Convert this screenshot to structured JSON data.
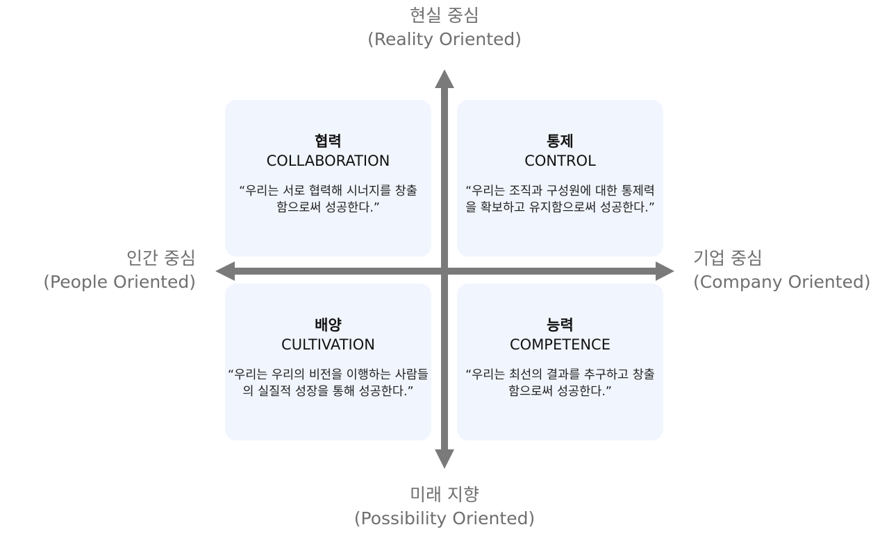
{
  "axes": {
    "top": {
      "ko": "현실 중심",
      "en": "(Reality Oriented)"
    },
    "bottom": {
      "ko": "미래 지향",
      "en": "(Possibility Oriented)"
    },
    "left": {
      "ko": "인간 중심",
      "en": "(People Oriented)"
    },
    "right": {
      "ko": "기업 중심",
      "en": "(Company Oriented)"
    }
  },
  "quadrants": [
    {
      "title_ko": "협력",
      "title_en": "COLLABORATION",
      "desc": "“우리는 서로 협력해 시너지를 창출함으로써 성공한다.”"
    },
    {
      "title_ko": "통제",
      "title_en": "CONTROL",
      "desc": "“우리는 조직과 구성원에 대한 통제력을 확보하고 유지함으로써 성공한다.”"
    },
    {
      "title_ko": "배양",
      "title_en": "CULTIVATION",
      "desc": "“우리는 우리의 비전을 이행하는 사람들의 실질적 성장을 통해 성공한다.”"
    },
    {
      "title_ko": "능력",
      "title_en": "COMPETENCE",
      "desc": "“우리는 최선의 결과를 추구하고 창출함으로써 성공한다.”"
    }
  ],
  "colors": {
    "axis": "#7a7a7a",
    "axis_text": "#6f6f6f",
    "quadrant_bg": "#f1f5fd"
  }
}
